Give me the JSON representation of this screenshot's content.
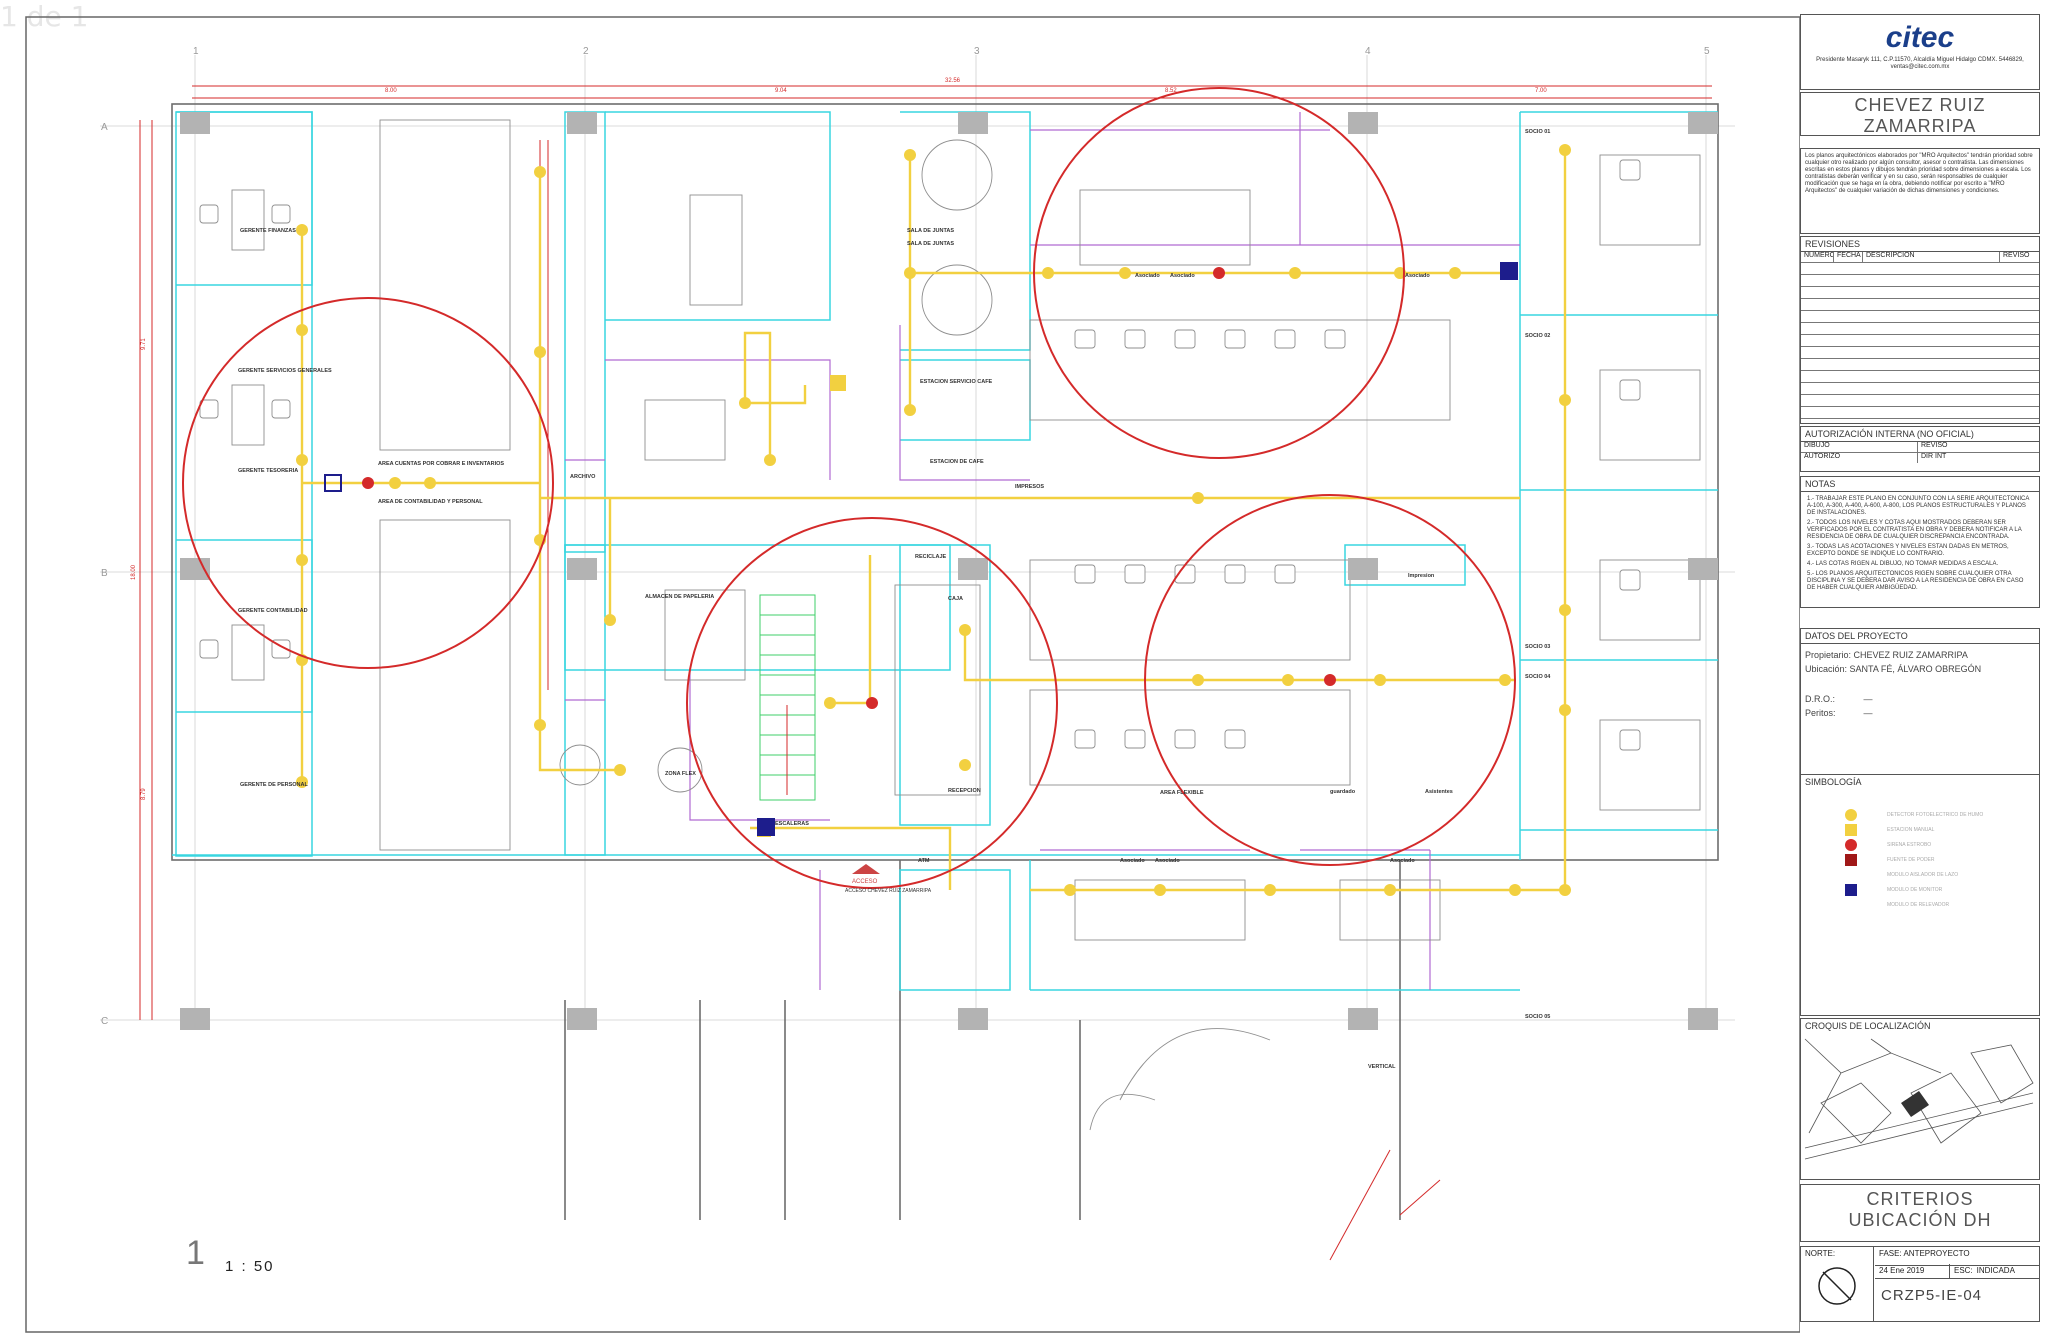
{
  "page_indicator": "1 de 1",
  "plan": {
    "axes_top": [
      "1",
      "2",
      "3",
      "4",
      "5"
    ],
    "axes_left": [
      "A",
      "B",
      "C"
    ],
    "dims_top": [
      "8.00",
      "9.04",
      "8.52",
      "7.00",
      "32.56"
    ],
    "dims_left": [
      "9.71",
      "18.00",
      "8.79"
    ],
    "scale": "1 : 50",
    "scale_mark": "1",
    "rooms": [
      {
        "label": "GERENTE FINANZAS"
      },
      {
        "label": "GERENTE SERVICIOS GENERALES"
      },
      {
        "label": "GERENTE TESORERIA"
      },
      {
        "label": "GERENTE CONTABILIDAD"
      },
      {
        "label": "GERENTE DE PERSONAL"
      },
      {
        "label": "AREA CUENTAS POR COBRAR E INVENTARIOS"
      },
      {
        "label": "AREA DE CONTABILIDAD Y PERSONAL"
      },
      {
        "label": "ARCHIVO"
      },
      {
        "label": "ALMACEN DE PAPELERIA"
      },
      {
        "label": "ZONA FLEX"
      },
      {
        "label": "ESCALERAS"
      },
      {
        "label": "RECICLAJE"
      },
      {
        "label": "CAJA"
      },
      {
        "label": "RECEPCION"
      },
      {
        "label": "ATM"
      },
      {
        "label": "SALA DE JUNTAS"
      },
      {
        "label": "SALA DE JUNTAS"
      },
      {
        "label": "ESTACION SERVICIO CAFE"
      },
      {
        "label": "ESTACION DE CAFE"
      },
      {
        "label": "IMPRESOS"
      },
      {
        "label": "AREA FLEXIBLE"
      },
      {
        "label": "guardado"
      },
      {
        "label": "Asistentes"
      },
      {
        "label": "Impresion"
      },
      {
        "label": "Asociado"
      },
      {
        "label": "Asociado"
      },
      {
        "label": "Asociado"
      },
      {
        "label": "Asociado"
      },
      {
        "label": "Asociado"
      },
      {
        "label": "Asociado"
      },
      {
        "label": "SOCIO 01"
      },
      {
        "label": "SOCIO 02"
      },
      {
        "label": "SOCIO 03"
      },
      {
        "label": "SOCIO 04"
      },
      {
        "label": "SOCIO 05"
      },
      {
        "label": "VERTICAL"
      },
      {
        "label": "ACCESO"
      },
      {
        "label": "ACCESO CHEVEZ RUIZ ZAMARRIPA"
      }
    ]
  },
  "titleblock": {
    "logo": "citec",
    "address": "Presidente Masaryk 111, C.P.11570, Alcaldía Miguel Hidalgo CDMX. 5446829, ventas@citec.com.mx",
    "client": [
      "CHEVEZ RUIZ",
      "ZAMARRIPA"
    ],
    "disclaimer": "Los planos arquitectónicos elaborados por \"MRO Arquitectos\" tendrán prioridad sobre cualquier otro realizado por algún consultor, asesor o contratista. Las dimensiones escritas en estos planos y dibujos tendrán prioridad sobre dimensiones a escala. Los contratistas deberán verificar y en su caso, serán responsables de cualquier modificación que se haga en la obra, debiendo notificar por escrito a \"MRO Arquitectos\" de cualquier variación de dichas dimensiones y condiciones.",
    "revisions": {
      "title": "REVISIONES",
      "cols": [
        "NUMERO",
        "FECHA",
        "DESCRIPCION",
        "REVISO"
      ]
    },
    "autorizacion": {
      "title": "AUTORIZACIÓN INTERNA (NO OFICIAL)",
      "rows": [
        [
          "DIBUJO",
          "REVISO"
        ],
        [
          "AUTORIZO",
          "DIR INT"
        ]
      ]
    },
    "notas": {
      "title": "NOTAS",
      "items": [
        "1.- TRABAJAR ESTE PLANO EN CONJUNTO CON LA SERIE ARQUITECTONICA A-100, A-300, A-400, A-600, A-800, LOS PLANOS ESTRUCTURALES Y PLANOS DE INSTALACIONES.",
        "2.- TODOS LOS NIVELES Y COTAS AQUI MOSTRADOS DEBERAN SER VERIFICADOS POR EL CONTRATISTA EN OBRA Y DEBERA NOTIFICAR A LA RESIDENCIA DE OBRA DE CUALQUIER DISCREPANCIA ENCONTRADA.",
        "3.- TODAS LAS ACOTACIONES Y NIVELES ESTAN DADAS EN METROS, EXCEPTO DONDE SE INDIQUE LO CONTRARIO.",
        "4.- LAS COTAS RIGEN AL DIBUJO, NO TOMAR MEDIDAS A ESCALA.",
        "5.- LOS PLANOS ARQUITECTONICOS RIGEN SOBRE CUALQUIER OTRA DISCIPLINA Y SE DEBERA DAR AVISO A LA RESIDENCIA DE OBRA EN CASO DE HABER CUALQUIER AMBIGÜEDAD."
      ]
    },
    "proyecto": {
      "title": "DATOS DEL PROYECTO",
      "propietario_label": "Propietario:",
      "propietario": "CHEVEZ RUIZ ZAMARRIPA",
      "ubicacion_label": "Ubicación:",
      "ubicacion": "SANTA FÉ, ÁLVARO OBREGÓN",
      "dro_label": "D.R.O.:",
      "dro": "—",
      "peritos_label": "Peritos:",
      "peritos": "—"
    },
    "simbologia": {
      "title": "SIMBOLOGÍA",
      "items": [
        {
          "label": "DETECTOR FOTOELECTRICO DE HUMO",
          "color": "#f2d040",
          "shape": "circle"
        },
        {
          "label": "ESTACION MANUAL",
          "color": "#f2d040",
          "shape": "square"
        },
        {
          "label": "SIRENA ESTROBO",
          "color": "#d42a2a",
          "shape": "circle"
        },
        {
          "label": "FUENTE DE PODER",
          "color": "#a01818",
          "shape": "square"
        },
        {
          "label": "MODULO AISLADOR DE LAZO",
          "color": "#ffffff",
          "shape": "none"
        },
        {
          "label": "MODULO DE MONITOR",
          "color": "#1d1d8c",
          "shape": "square"
        },
        {
          "label": "MODULO DE RELEVADOR",
          "color": "#ffffff",
          "shape": "none"
        }
      ]
    },
    "croquis": {
      "title": "CROQUIS DE LOCALIZACIÓN"
    },
    "drawing_title": [
      "CRITERIOS",
      "UBICACIÓN DH"
    ],
    "norte_label": "NORTE:",
    "fase_label": "FASE:",
    "fase": "ANTEPROYECTO",
    "fecha": "24 Ene 2019",
    "esc_label": "ESC:",
    "esc": "INDICADA",
    "clave": "CRZP5-IE-04"
  },
  "colors": {
    "wall": "#6d6d6d",
    "cyan": "#39d6e0",
    "purple": "#b06ad2",
    "yellow": "#f2d040",
    "red": "#d42a2a",
    "column": "#b3b3b3",
    "blue": "#1d1d8c"
  }
}
